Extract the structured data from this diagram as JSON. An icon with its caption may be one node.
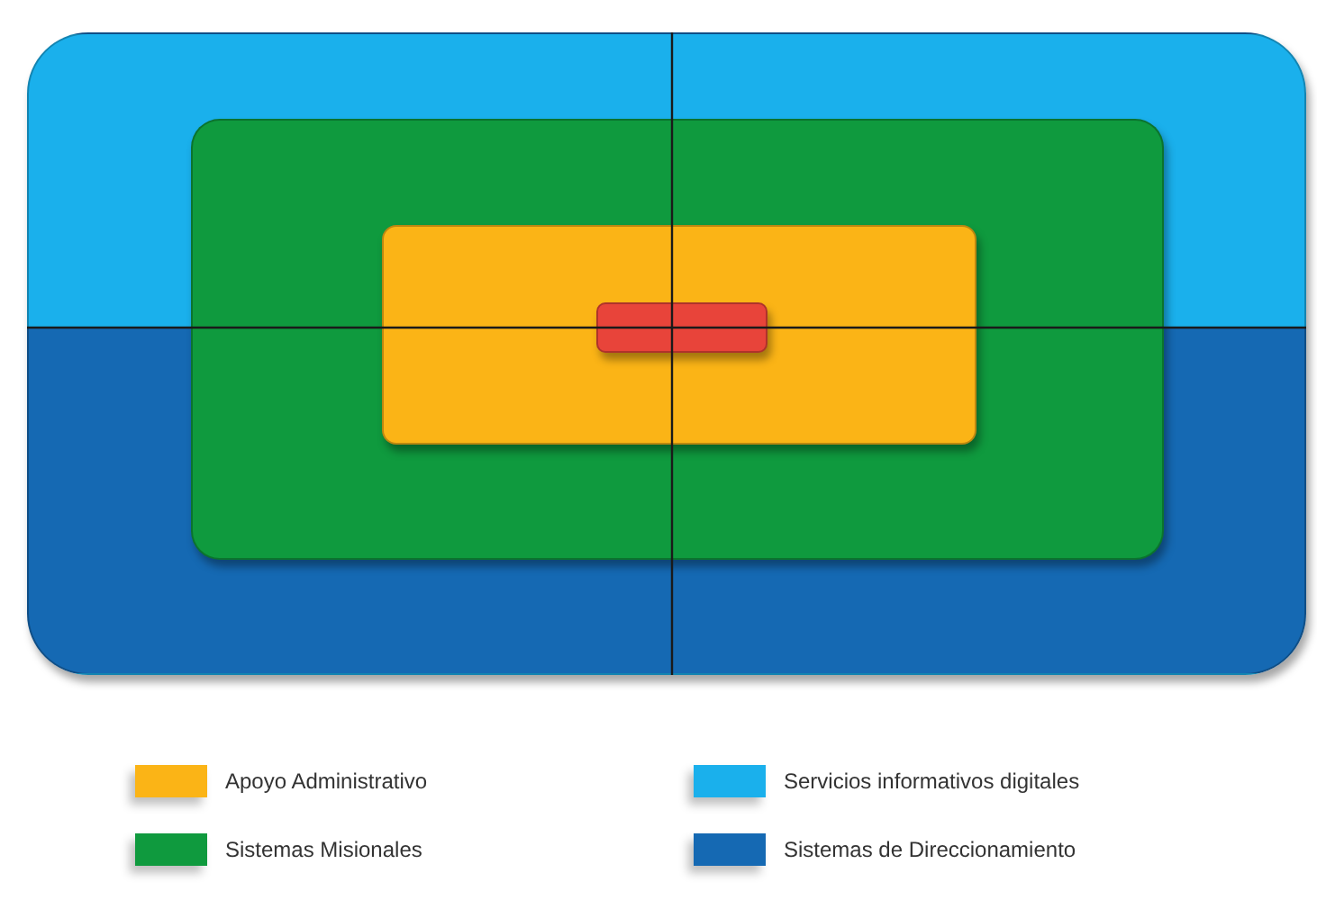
{
  "diagram": {
    "nodes": [
      {
        "text": [],
        "shape": "box"
      },
      {
        "text": [],
        "shape": "box",
        "in": 0
      },
      {
        "text": [],
        "shape": "box",
        "in": 1
      },
      {
        "text": [],
        "shape": "box",
        "in": 2
      }
    ],
    "legend": [
      {
        "text": "Apoyo Administrativo",
        "color": "#fbb416"
      },
      {
        "text": "Servicios informativos digitales",
        "color": "#1ab0ec"
      },
      {
        "text": "Sistemas Misionales",
        "color": "#0f9a3e"
      },
      {
        "text": "Sistemas de Direccionamiento",
        "color": "#1569b3"
      }
    ]
  }
}
